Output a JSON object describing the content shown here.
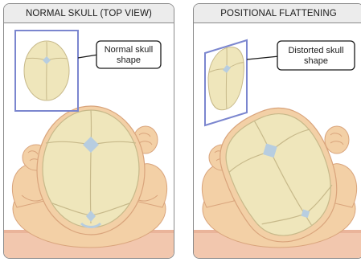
{
  "panels": [
    {
      "title": "NORMAL SKULL (TOP VIEW)",
      "callout": [
        "Normal skull",
        "shape"
      ]
    },
    {
      "title": "POSITIONAL FLATTENING",
      "callout": [
        "Distorted skull",
        "shape"
      ]
    }
  ],
  "colors": {
    "skin": "#f3d0a6",
    "skin_shadow": "#e0ad84",
    "skull": "#efe6bb",
    "skull_outline": "#c7b98a",
    "fontanelle": "#b7cde0",
    "frame": "#7b86cf",
    "mattress": "#f2c7ae"
  }
}
